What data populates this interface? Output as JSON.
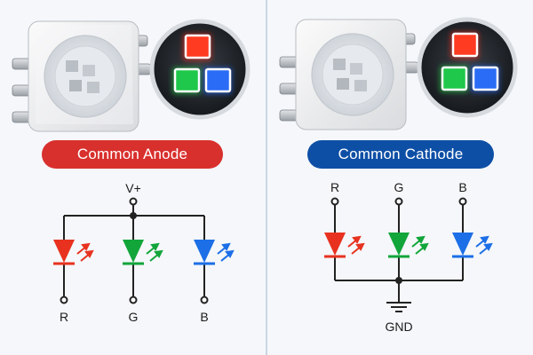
{
  "left_panel": {
    "title": "Common Anode",
    "supply_label": "V+",
    "pins": [
      "R",
      "G",
      "B"
    ]
  },
  "right_panel": {
    "title": "Common Cathode",
    "ground_label": "GND",
    "pins": [
      "R",
      "G",
      "B"
    ]
  },
  "colors": {
    "anode_badge": "#d8302d",
    "cathode_badge": "#0e4fa6",
    "led_red": "#e8321f",
    "led_green": "#12a53a",
    "led_blue": "#1c6fe6",
    "wire": "#222222"
  }
}
